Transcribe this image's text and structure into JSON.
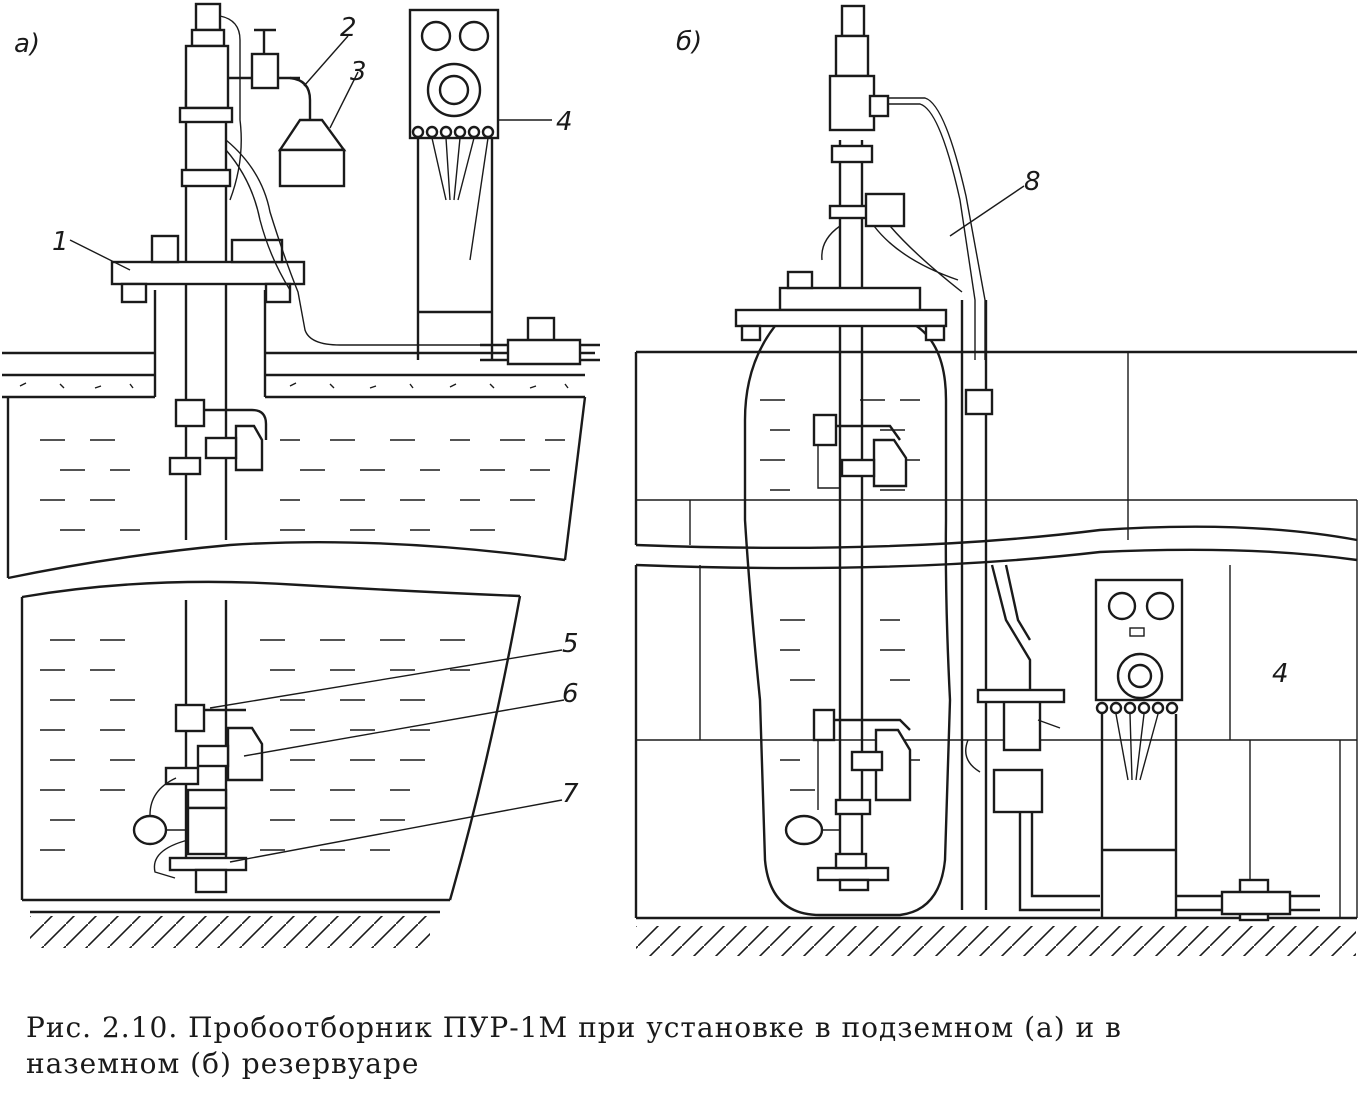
{
  "panels": {
    "a": {
      "label": "а)"
    },
    "b": {
      "label": "б)"
    }
  },
  "callouts": {
    "a": [
      "1",
      "2",
      "3",
      "4",
      "5",
      "6",
      "7"
    ],
    "b": [
      "8",
      "4"
    ]
  },
  "caption": {
    "line1": "Рис. 2.10. Пробоотборник ПУР-1М при установке в подземном (а) и в",
    "line2": "наземном (б) резервуаре"
  }
}
